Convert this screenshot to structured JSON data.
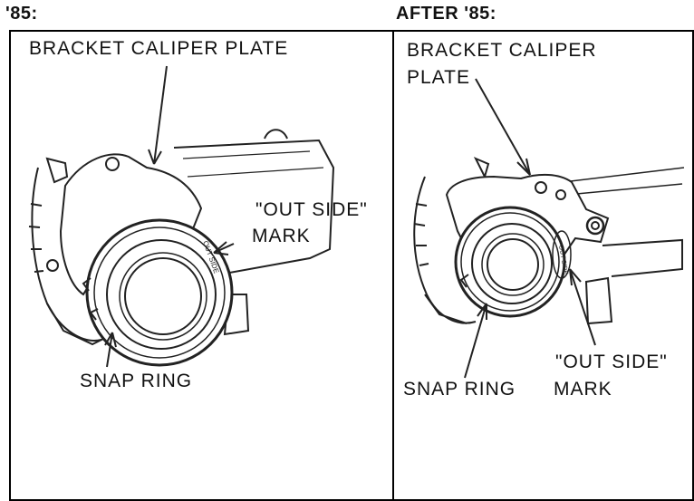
{
  "headers": {
    "left": "'85:",
    "right": "AFTER '85:"
  },
  "left_panel": {
    "label_bracket": "BRACKET CALIPER PLATE",
    "label_outside_1": "\"OUT SIDE\"",
    "label_outside_2": "MARK",
    "label_snap": "SNAP RING",
    "ring_mark": "OUT SIDE"
  },
  "right_panel": {
    "label_bracket_1": "BRACKET CALIPER",
    "label_bracket_2": "PLATE",
    "label_snap": "SNAP RING",
    "label_outside_1": "\"OUT SIDE\"",
    "label_outside_2": "MARK",
    "ring_mark": "OUT SIDE"
  }
}
